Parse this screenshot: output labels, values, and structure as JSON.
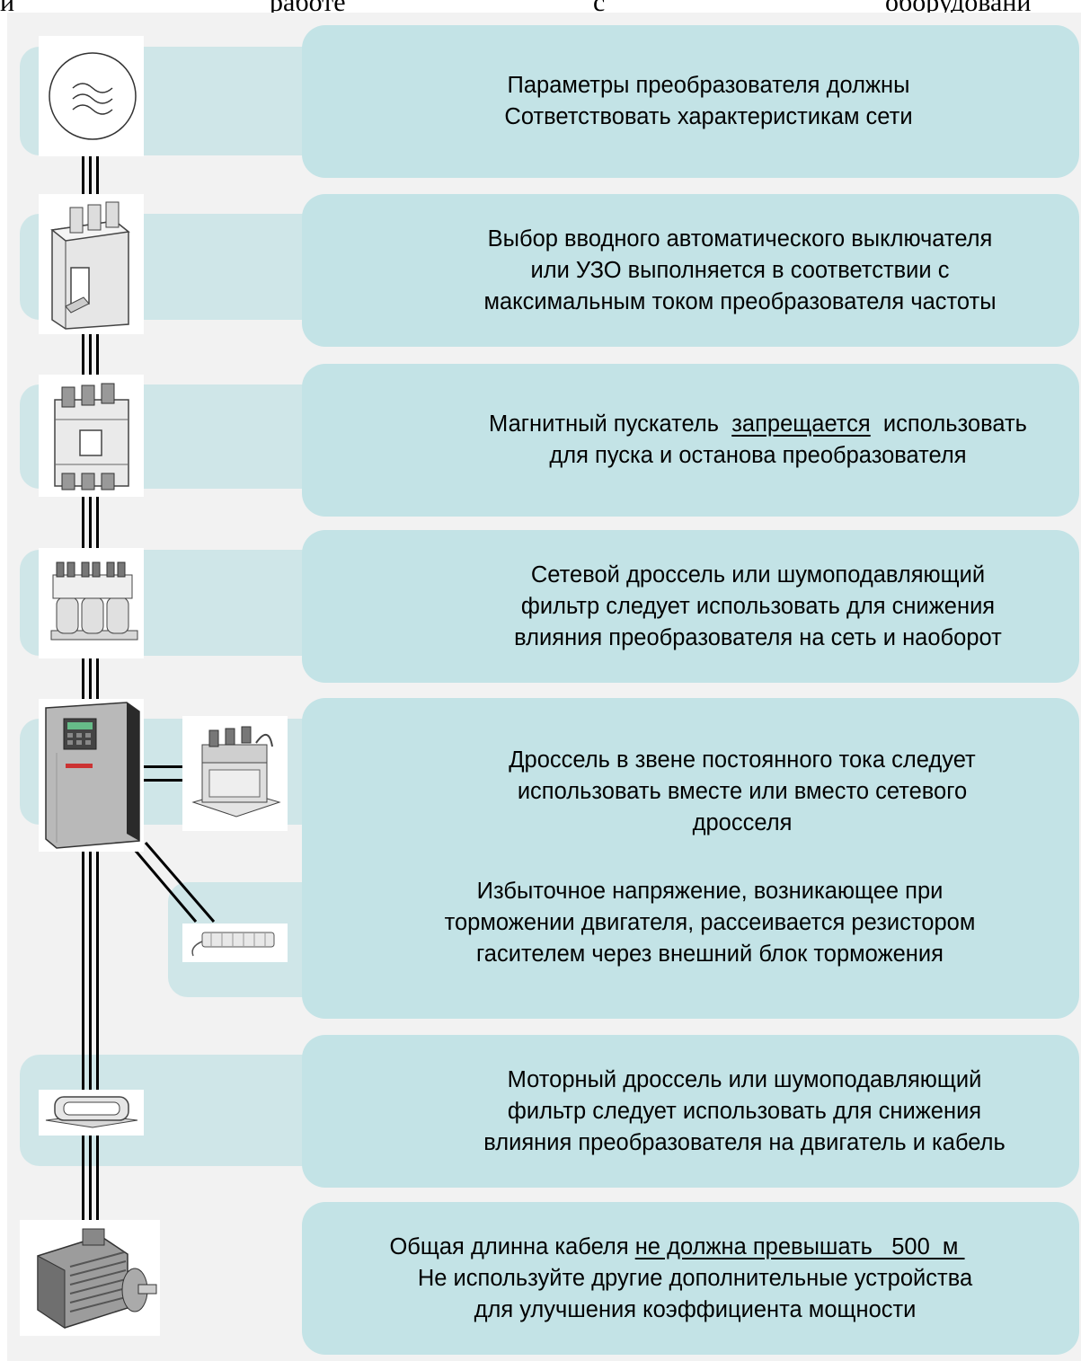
{
  "header_fragment": {
    "left": "и",
    "middle": "работе",
    "middle2": "с",
    "right": "оборудовани"
  },
  "steps": [
    {
      "id": "network",
      "icon": "ac-sine-wave-icon",
      "lines": [
        "Параметры преобразователя должны",
        "Сответствовать характеристикам сети"
      ]
    },
    {
      "id": "breaker",
      "icon": "circuit-breaker-icon",
      "lines": [
        "Выбор вводного автоматического выключателя",
        "или УЗО выполняется в соответствии с",
        "максимальным током преобразователя частоты"
      ]
    },
    {
      "id": "contactor",
      "icon": "magnetic-contactor-icon",
      "line1_a": "Магнитный пускатель",
      "line1_u": "запрещается",
      "line1_b": "использовать",
      "line2": "для пуска и останова преобразователя"
    },
    {
      "id": "line-choke",
      "icon": "line-choke-icon",
      "lines": [
        "Сетевой дроссель или шумоподавляющий",
        "фильтр следует использовать для снижения",
        "влияния преобразователя на сеть и наоборот"
      ]
    },
    {
      "id": "inverter",
      "icon": "frequency-inverter-icon",
      "side_icon": "dc-choke-icon",
      "brake_icon": "brake-resistor-icon",
      "lines_dc": [
        "Дроссель в звене постоянного тока следует",
        "использовать вместе или вместо сетевого",
        "дросселя"
      ],
      "lines_brake": [
        "Избыточное напряжение, возникающее при",
        "торможении двигателя, рассеивается резистором",
        "гасителем  через внешний блок торможения"
      ]
    },
    {
      "id": "motor-choke",
      "icon": "motor-choke-icon",
      "lines": [
        "Моторный дроссель или шумоподавляющий",
        "фильтр следует использовать для снижения",
        "влияния преобразователя на двигатель и кабель"
      ]
    },
    {
      "id": "motor",
      "icon": "electric-motor-icon",
      "line1_a": "Общая длинна кабеля",
      "line1_u": "не должна превышать   500  м ",
      "lines_rest": [
        "Не используйте другие дополнительные устройства",
        "для улучшения коэффициента мощности"
      ]
    }
  ],
  "colors": {
    "box": "#c3e3e6",
    "tab": "#cfe6e8",
    "panel": "#f2f2f2",
    "wire": "#000000"
  }
}
